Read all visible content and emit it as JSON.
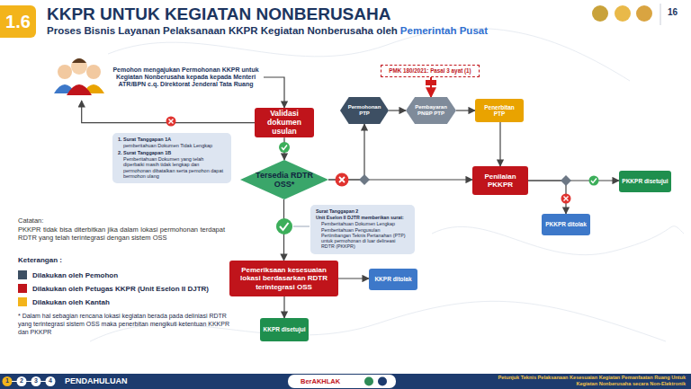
{
  "diagram": {
    "title": "KKPR UNTUK KEGIATAN NONBERUSAHA",
    "nodes": [
      {
        "text": [
          "Pemohon mengajukan Permohonan KKPR untuk Kegiatan Nonberusaha kepada kepada Menteri ATR/BPN c.q. Direktorat Jenderal Tata Ruang"
        ]
      },
      {
        "text": [
          "Validasi dokumen usulan"
        ]
      },
      {
        "text": [
          "1. Surat Tanggapan 1A",
          "pemberitahuan Dokumen Tidak Lengkap",
          "2. Surat Tanggapan 1B",
          "Pemberitahuan Dokumen yang telah diperbaiki masih tidak lengkap dan permohonan dibatalkan serta pemohon dapat bermohon ulang"
        ]
      },
      {
        "text": [
          "Tersedia RDTR OSS*"
        ]
      },
      {
        "text": [
          "Permohonan PTP"
        ]
      },
      {
        "text": [
          "Pembayaran PNBP PTP"
        ]
      },
      {
        "text": [
          "PMK 180/2021: Pasal 3 ayat (1)"
        ]
      },
      {
        "text": [
          "Penerbitan PTP"
        ]
      },
      {
        "text": [
          "Penilaian PKKPR"
        ]
      },
      {
        "text": [
          "PKKPR disetujui"
        ]
      },
      {
        "text": [
          "PKKPR ditolak"
        ]
      },
      {
        "text": [
          "Surat Tanggapan 2",
          "Unit Eselon II DJTR memberikan surat:",
          "Pemberitahuan Dokumen Lengkap",
          "Pemberitahuan Pengusulan Pertimbangan Teknis Pertanahan (PTP) untuk permohonan di luar delineasi RDTR (PKKPR)"
        ]
      },
      {
        "text": [
          "Pemeriksaan kesesuaian lokasi berdasarkan RDTR terintegrasi OSS"
        ]
      },
      {
        "text": [
          "KKPR ditolak"
        ]
      },
      {
        "text": [
          "KKPR disetujui"
        ]
      }
    ],
    "edges": [
      {
        "from": 0,
        "to": 1,
        "arrow": "to"
      },
      {
        "from": 1,
        "to": 0,
        "arrow": "to"
      },
      {
        "from": 1,
        "to": 3,
        "arrow": "to"
      },
      {
        "from": 3,
        "to": 4,
        "arrow": "to"
      },
      {
        "from": 3,
        "to": 8,
        "arrow": "to"
      },
      {
        "from": 4,
        "to": 5,
        "arrow": "to"
      },
      {
        "from": 6,
        "to": 5,
        "arrow": "to"
      },
      {
        "from": 5,
        "to": 7,
        "arrow": "to"
      },
      {
        "from": 7,
        "to": 8,
        "arrow": "to"
      },
      {
        "from": 8,
        "to": 9,
        "arrow": "to"
      },
      {
        "from": 8,
        "to": 10,
        "arrow": "to"
      },
      {
        "from": 3,
        "to": 12,
        "arrow": "to"
      },
      {
        "from": 12,
        "to": 13,
        "arrow": "to"
      },
      {
        "from": 12,
        "to": 14,
        "arrow": "to"
      }
    ],
    "labels": [
      "1.6",
      "16",
      "Proses Bisnis Layanan Pelaksanaan KKPR Kegiatan Nonberusaha oleh",
      "Pemerintah Pusat",
      "Catatan:",
      "PKKPR tidak bisa diterbitkan jika dalam lokasi permohonan terdapat RDTR yang telah terintegrasi dengan sistem OSS",
      "Keterangan :",
      "* Dalam hal sebagian rencana lokasi kegiatan berada pada deliniasi RDTR yang terintegrasi sistem OSS maka penerbitan mengikuti ketentuan KKKPR dan PKKPR",
      "1",
      "2",
      "3",
      "4",
      "PENDAHULUAN",
      "BerAKHLAK",
      "Petunjuk Teknis Pelaksanaan Kesesuaian Kegiatan Pemanfaatan Ruang Untuk Kegiatan Nonberusaha secara Non-Elektronik"
    ],
    "legend": [
      {
        "text": "Dilakukan oleh Pemohon",
        "color": "#3d4f63"
      },
      {
        "text": "Dilakukan oleh Petugas KKPR (Unit Eselon II DJTR)",
        "color": "#c0141b"
      },
      {
        "text": "Dilakukan oleh Kantah",
        "color": "#f3b41b"
      }
    ]
  }
}
